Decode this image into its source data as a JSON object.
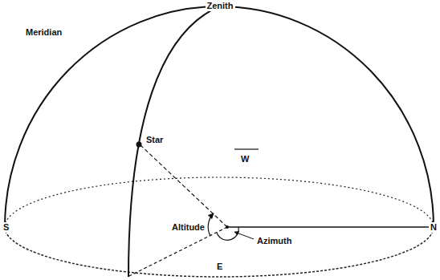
{
  "diagram": {
    "labels": [
      "Zenith",
      "Meridian",
      "Star",
      "W",
      "S",
      "N",
      "Altitude",
      "Azimuth",
      "E"
    ]
  }
}
